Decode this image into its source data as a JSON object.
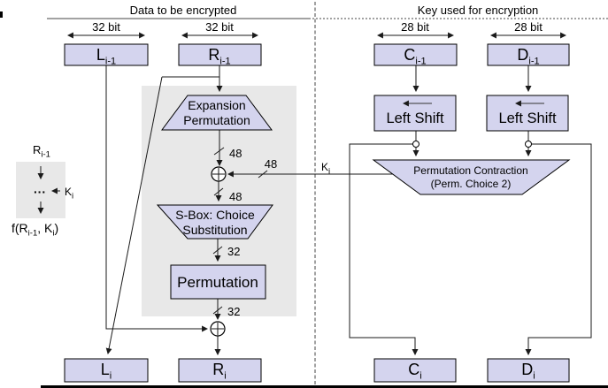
{
  "titles": {
    "left": "Data to be encrypted",
    "right": "Key used for encryption"
  },
  "bit_widths": {
    "l": "32 bit",
    "r": "32 bit",
    "c": "28 bit",
    "d": "28 bit"
  },
  "registers": {
    "l_prev": {
      "base": "L",
      "sub": "i-1"
    },
    "r_prev": {
      "base": "R",
      "sub": "i-1"
    },
    "c_prev": {
      "base": "C",
      "sub": "i-1"
    },
    "d_prev": {
      "base": "D",
      "sub": "i-1"
    },
    "l_out": {
      "base": "L",
      "sub": "i"
    },
    "r_out": {
      "base": "R",
      "sub": "i"
    },
    "c_out": {
      "base": "C",
      "sub": "i"
    },
    "d_out": {
      "base": "D",
      "sub": "i"
    }
  },
  "blocks": {
    "expansion_permutation": {
      "line1": "Expansion",
      "line2": "Permutation"
    },
    "sbox": {
      "line1": "S-Box: Choice",
      "line2": "Substitution"
    },
    "permutation": {
      "label": "Permutation"
    },
    "left_shift_c": {
      "label": "Left Shift"
    },
    "left_shift_d": {
      "label": "Left Shift"
    },
    "permutation_contraction": {
      "line1": "Permutation Contraction",
      "line2": "(Perm. Choice 2)"
    }
  },
  "wire_labels": {
    "after_expansion": "48",
    "key_input": "48",
    "after_xor": "48",
    "after_sbox": "32",
    "after_permutation": "32",
    "key": {
      "base": "K",
      "sub": "i"
    }
  },
  "legend": {
    "input": {
      "base": "R",
      "sub": "i-1"
    },
    "dots": "···",
    "key": {
      "base": "K",
      "sub": "i"
    },
    "output": {
      "p1": "f(R",
      "sub1": "i-1",
      "p2": ", K",
      "sub2": "i",
      "p3": ")"
    }
  },
  "colors": {
    "node_fill": "#d4d4ee",
    "region_fill": "#e8e8e8",
    "line": "#1a1a1a"
  }
}
